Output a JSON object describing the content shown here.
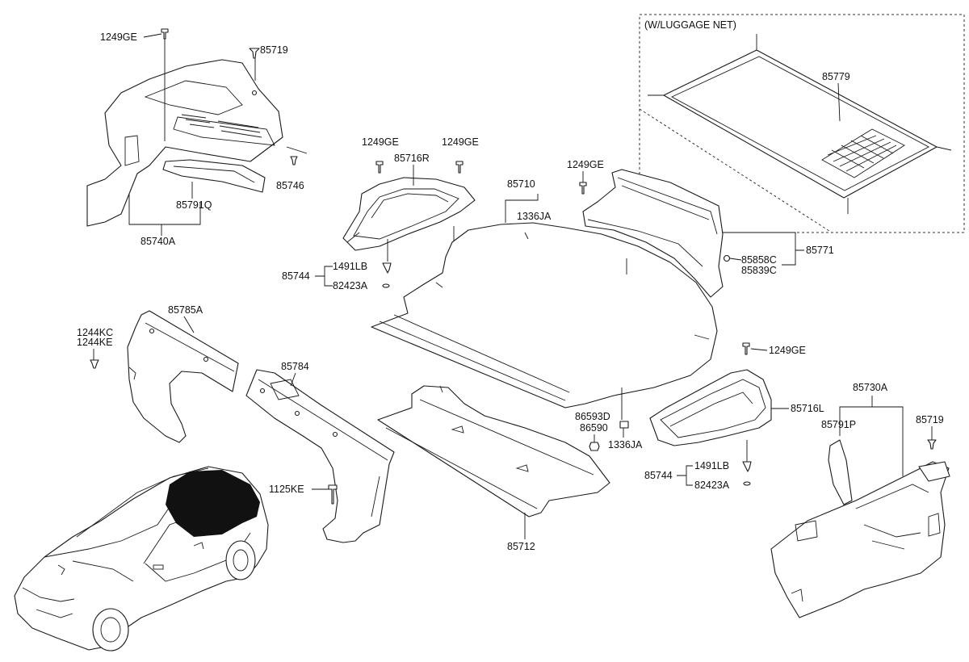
{
  "labels": {
    "luggage_net_note": "(W/LUGGAGE NET)",
    "p85779": "85779",
    "p1249GE_a": "1249GE",
    "p85719_a": "85719",
    "p85746": "85746",
    "p85791Q": "85791Q",
    "p85740A": "85740A",
    "p1249GE_b": "1249GE",
    "p85716R": "85716R",
    "p1249GE_c": "1249GE",
    "p85744_a": "85744",
    "p1491LB_a": "1491LB",
    "p82423A_a": "82423A",
    "p85710": "85710",
    "p1336JA_a": "1336JA",
    "p1249GE_d": "1249GE",
    "p85858C": "85858C",
    "p85839C": "85839C",
    "p85771": "85771",
    "p85785A": "85785A",
    "p1244KC": "1244KC",
    "p1244KE": "1244KE",
    "p85784": "85784",
    "p1125KE": "1125KE",
    "p86593D": "86593D",
    "p86590": "86590",
    "p1336JA_b": "1336JA",
    "p85712": "85712",
    "p1249GE_e": "1249GE",
    "p85716L": "85716L",
    "p85744_b": "85744",
    "p1491LB_b": "1491LB",
    "p82423A_b": "82423A",
    "p85730A": "85730A",
    "p85791P": "85791P",
    "p85719_b": "85719"
  }
}
